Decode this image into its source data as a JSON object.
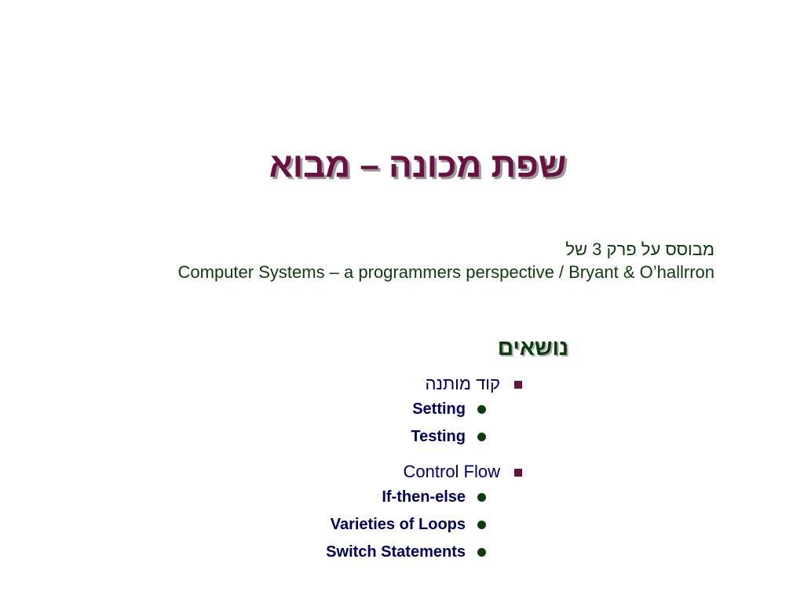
{
  "slide": {
    "title": "שפת מכונה – מבוא",
    "subtitle_he": "מבוסס על פרק 3 של",
    "subtitle_en": "Computer Systems – a programmers perspective / Bryant & O’hallrron",
    "topics_heading": "נושאים",
    "topics": [
      {
        "label": "קוד מותנה",
        "items": [
          "Setting",
          "Testing"
        ]
      },
      {
        "label": "Control Flow",
        "items": [
          "If-then-else",
          "Varieties of Loops",
          "Switch Statements"
        ]
      }
    ]
  },
  "colors": {
    "title": "#6b1040",
    "subtitle": "#0b3d0b",
    "list_text": "#000066",
    "square_bullet": "#6b1040",
    "round_bullet": "#0b3d0b"
  }
}
